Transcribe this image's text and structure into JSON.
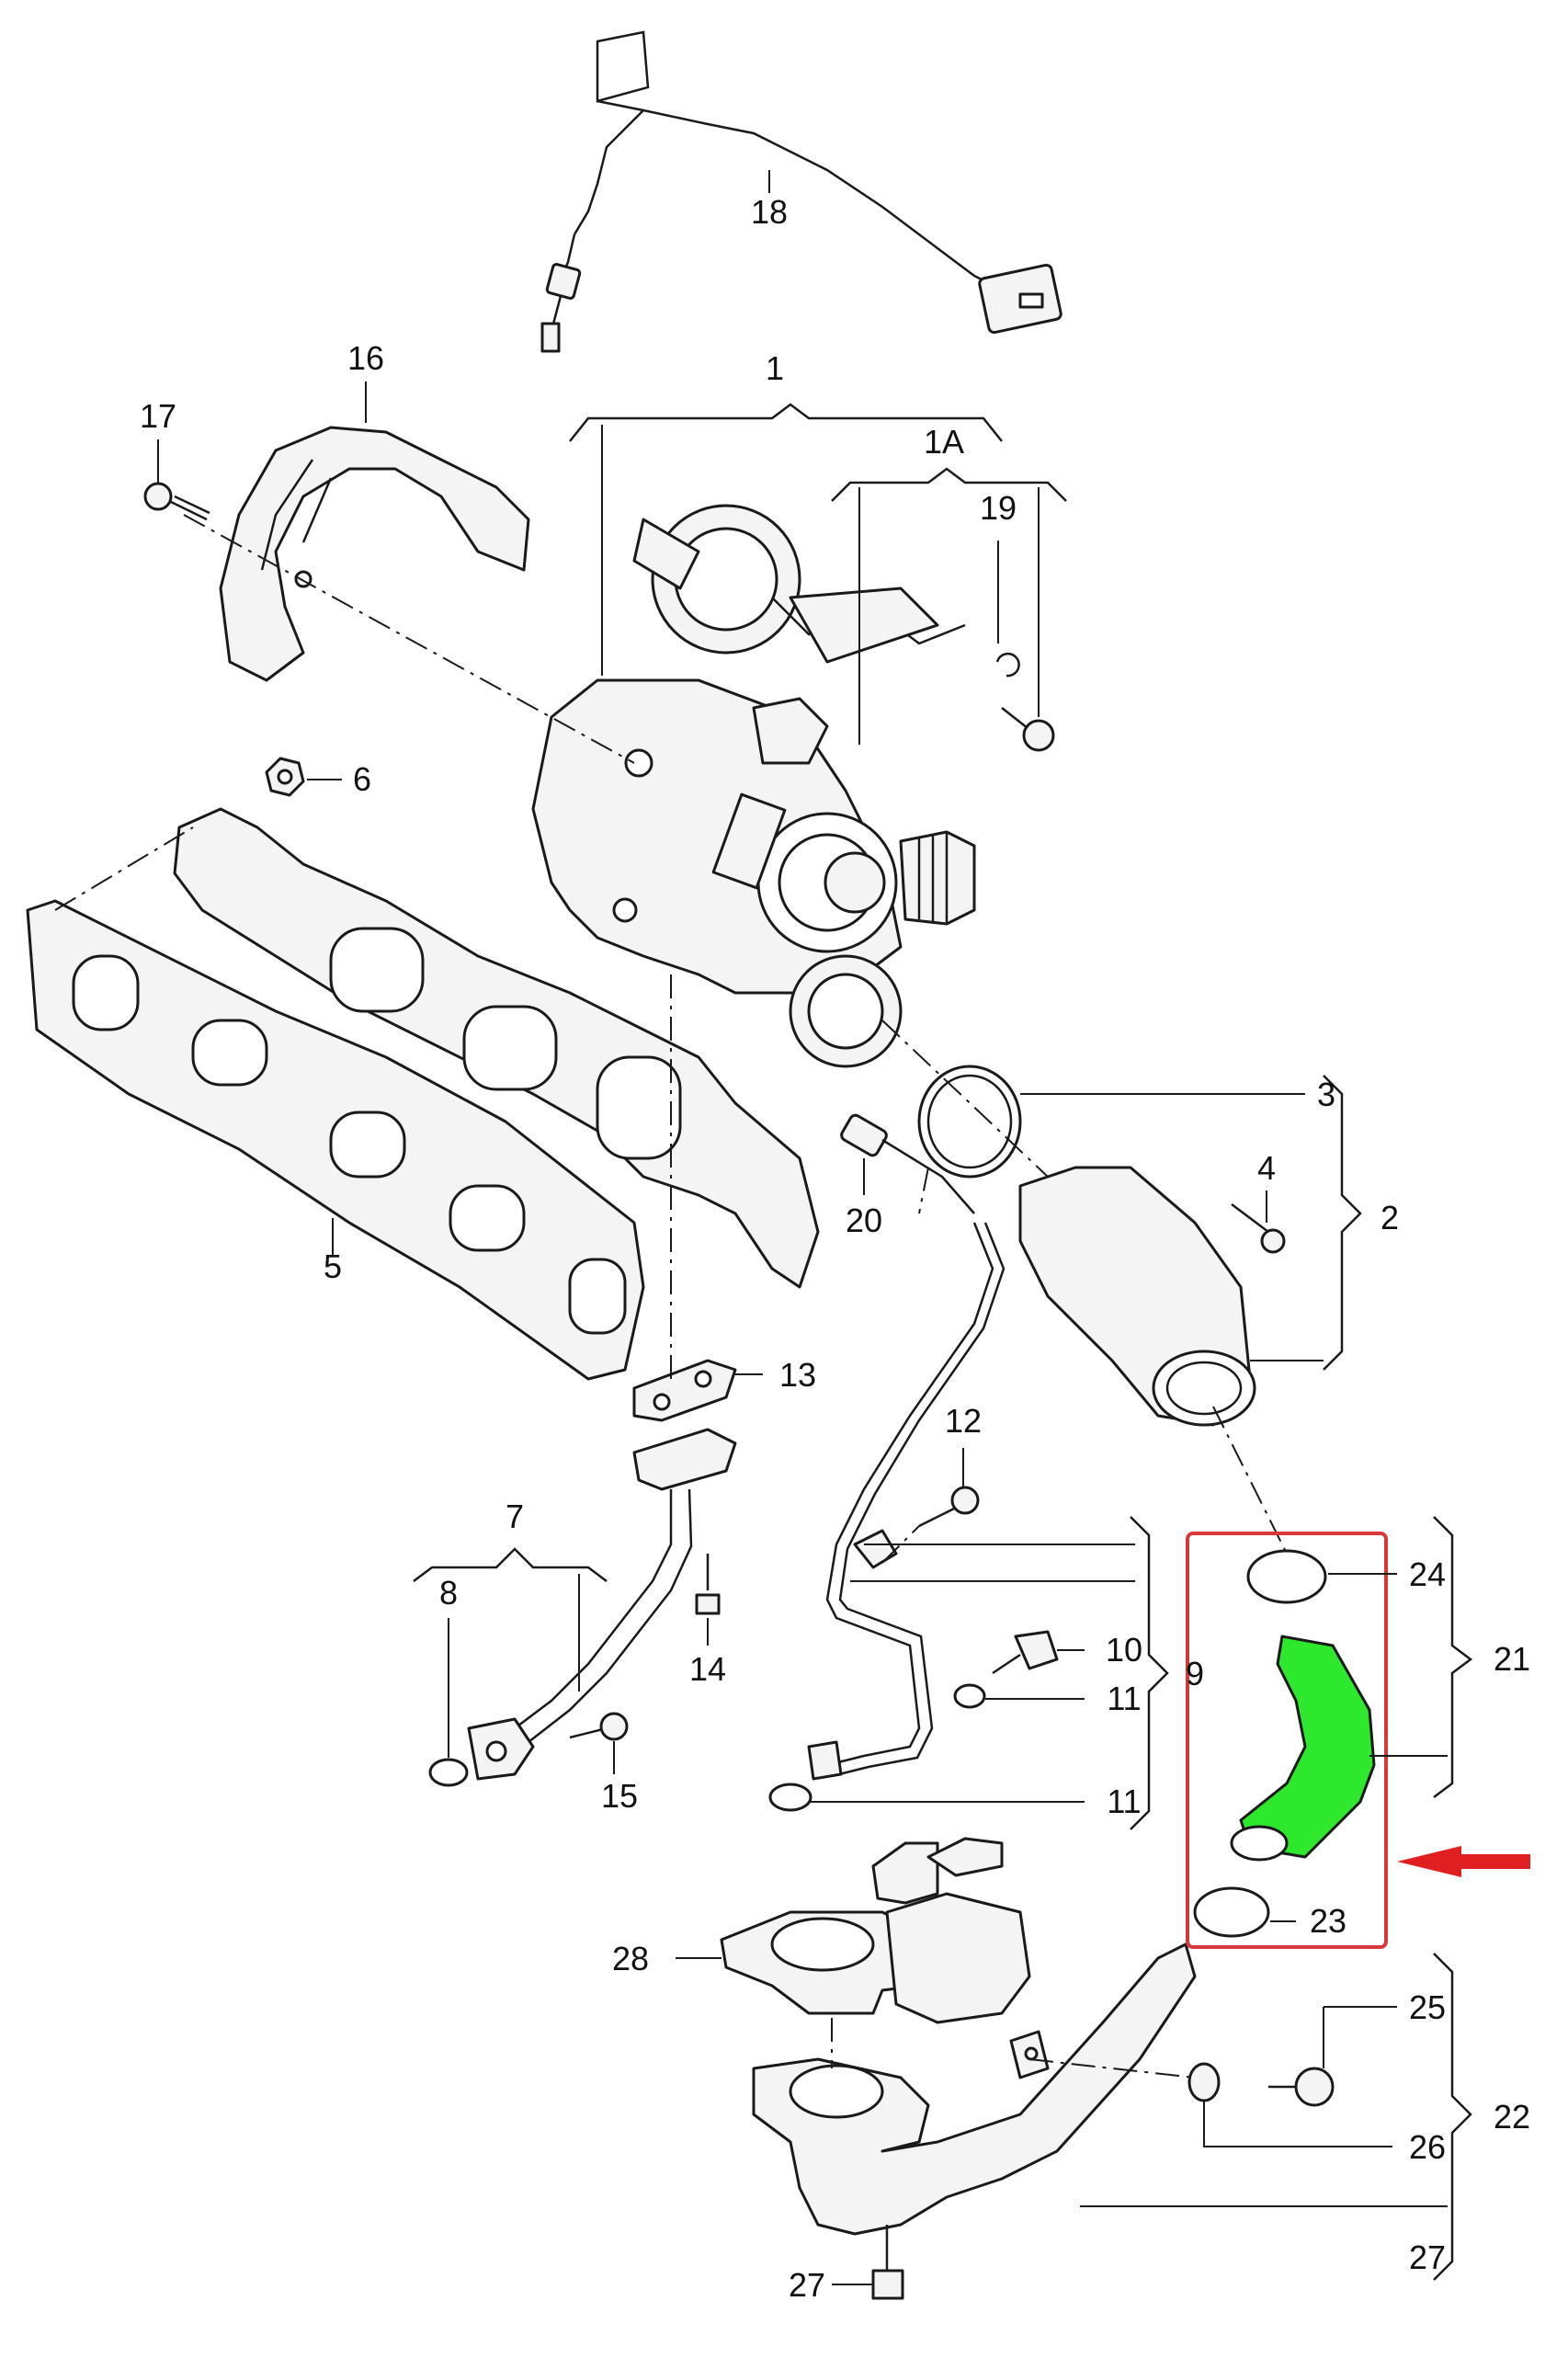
{
  "callouts": {
    "c1": "1",
    "c1A": "1A",
    "c2": "2",
    "c3": "3",
    "c4": "4",
    "c5": "5",
    "c6": "6",
    "c7": "7",
    "c8": "8",
    "c9": "9",
    "c10": "10",
    "c11a": "11",
    "c11b": "11",
    "c12": "12",
    "c13": "13",
    "c14": "14",
    "c15": "15",
    "c16": "16",
    "c17": "17",
    "c18": "18",
    "c19": "19",
    "c20": "20",
    "c21": "21",
    "c22": "22",
    "c23": "23",
    "c24": "24",
    "c25": "25",
    "c26": "26",
    "c27a": "27",
    "c27b": "27",
    "c28": "28"
  },
  "highlight": {
    "box_color": "#d9373a",
    "part_color": "#2ee82e",
    "arrow_color": "#e02020"
  }
}
